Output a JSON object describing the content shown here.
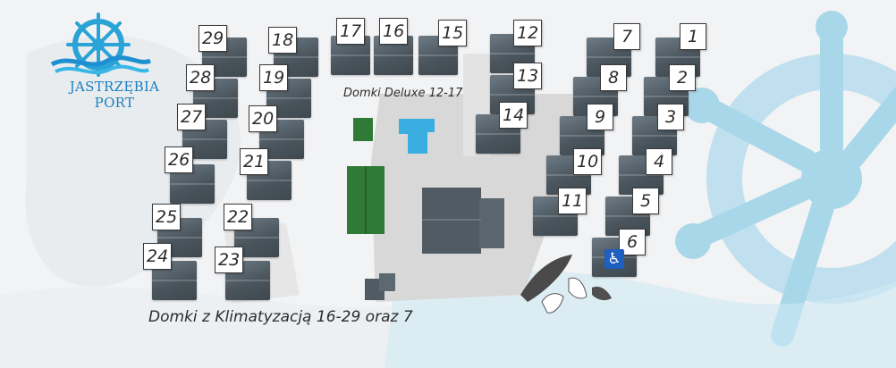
{
  "logo": {
    "title": "JASTRZĘBIA PORT",
    "icon": "ship-wheel-icon"
  },
  "labels": {
    "deluxe": "Domki Deluxe 12-17",
    "aircon": "Domki z Klimatyzacją 16-29 oraz 7"
  },
  "cabins": [
    "1",
    "2",
    "3",
    "4",
    "5",
    "6",
    "7",
    "8",
    "9",
    "10",
    "11",
    "12",
    "13",
    "14",
    "15",
    "16",
    "17",
    "18",
    "19",
    "20",
    "21",
    "22",
    "23",
    "24",
    "25",
    "26",
    "27",
    "28",
    "29"
  ],
  "accessibility_icon": "wheelchair-icon",
  "colors": {
    "brand": "#1a7fbf",
    "wheel": "#a9d7ea",
    "ground": "#d9d9d9",
    "roof": "#4f5a62",
    "green_building": "#2f7a36",
    "pool": "#3aaee0"
  }
}
